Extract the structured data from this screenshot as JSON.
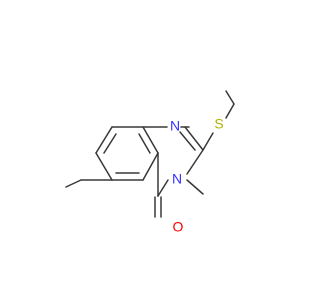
{
  "molecule": {
    "atoms": {
      "n1": {
        "symbol": "N",
        "color": "#3333ff"
      },
      "n3": {
        "symbol": "N",
        "color": "#3333ff"
      },
      "s": {
        "symbol": "S",
        "color": "#b2b200"
      },
      "o": {
        "symbol": "O",
        "color": "#ff0000"
      }
    },
    "bond_color": "#383838",
    "background": "#ffffff"
  }
}
